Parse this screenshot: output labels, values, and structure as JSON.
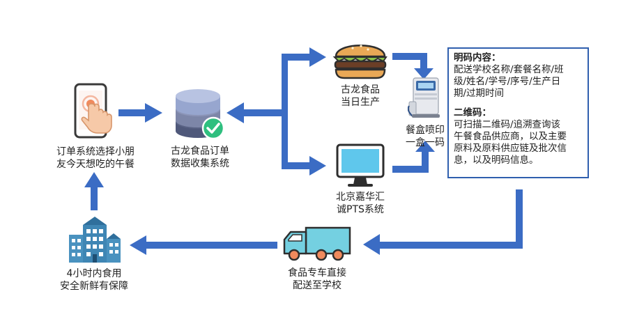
{
  "colors": {
    "arrow": "#3b6cc4",
    "phone_orange": "#f08a5d",
    "cylinder_top": "#97a6cf",
    "cylinder_mid": "#7d86a8",
    "cylinder_bottom": "#4f587a",
    "check_green": "#2fbf7f",
    "monitor_screen": "#5fc7ec",
    "truck_body": "#74d0e1",
    "building": "#4a92bf",
    "box_border": "#2f5fae"
  },
  "nodes": {
    "order": {
      "icon": "phone-touch-icon",
      "line1": "订单系统选择小朋",
      "line2": "友今天想吃的午餐"
    },
    "database": {
      "icon": "database-check-icon",
      "line1": "古龙食品订单",
      "line2": "数据收集系统"
    },
    "production": {
      "icon": "burger-icon",
      "line1": "古龙食品",
      "line2": "当日生产"
    },
    "pts": {
      "icon": "monitor-icon",
      "line1": "北京嘉华汇",
      "line2": "诚PTS系统"
    },
    "printer": {
      "icon": "inkjet-printer-icon",
      "line1": "餐盒喷印",
      "line2": "一盒一码"
    },
    "delivery": {
      "icon": "truck-icon",
      "line1": "食品专车直接",
      "line2": "配送至学校"
    },
    "school": {
      "icon": "buildings-icon",
      "line1": "4小时内食用",
      "line2": "安全新鲜有保障"
    }
  },
  "info_box": {
    "plain_code_title": "明码内容：",
    "plain_code_lines": [
      "配送学校名称/套餐名称/班",
      "级/姓名/学号/序号/生产日",
      "期/过期时间"
    ],
    "qr_code_title": "二维码：",
    "qr_code_lines": [
      "可扫描二维码/追溯查询该",
      "午餐食品供应商，以及主要",
      "原料及原料供应链及批次信",
      "息，以及明码信息。"
    ]
  }
}
